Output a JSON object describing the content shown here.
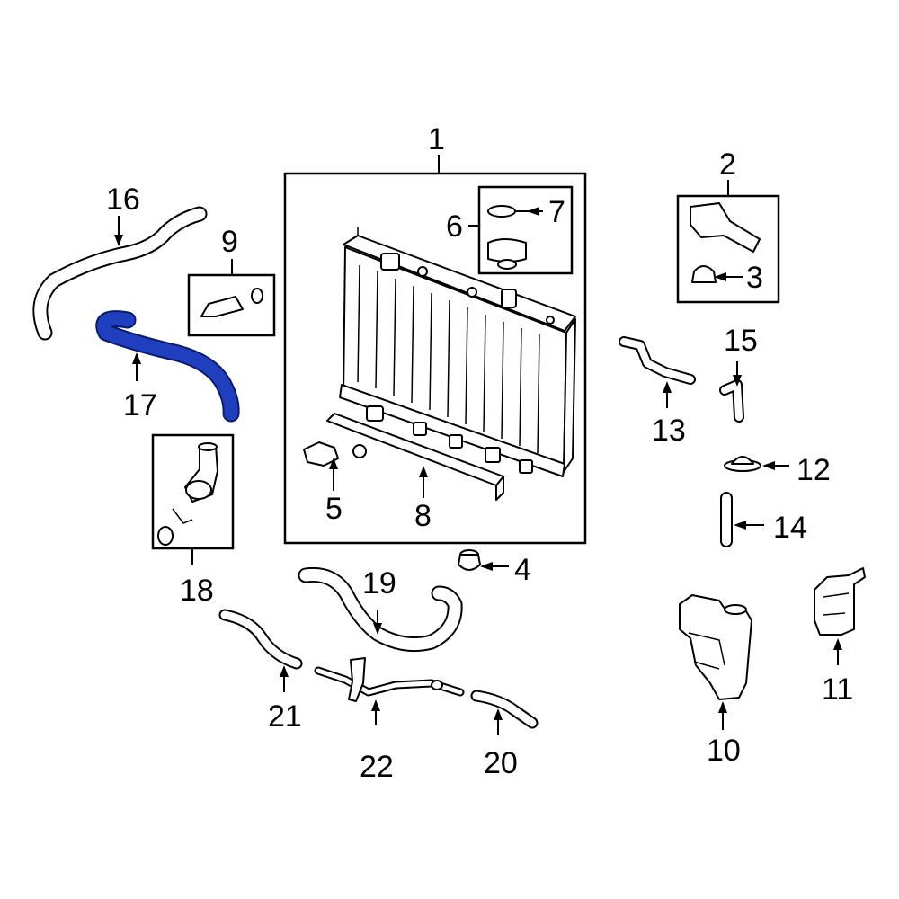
{
  "callouts": {
    "c1": "1",
    "c2": "2",
    "c3": "3",
    "c4": "4",
    "c5": "5",
    "c6": "6",
    "c7": "7",
    "c8": "8",
    "c9": "9",
    "c10": "10",
    "c11": "11",
    "c12": "12",
    "c13": "13",
    "c14": "14",
    "c15": "15",
    "c16": "16",
    "c17": "17",
    "c18": "18",
    "c19": "19",
    "c20": "20",
    "c21": "21",
    "c22": "22"
  },
  "highlight": {
    "part": "17",
    "color": "#1f3fbf",
    "outline": "#0a1a6e"
  },
  "colors": {
    "line": "#000000",
    "fill": "#ffffff"
  }
}
